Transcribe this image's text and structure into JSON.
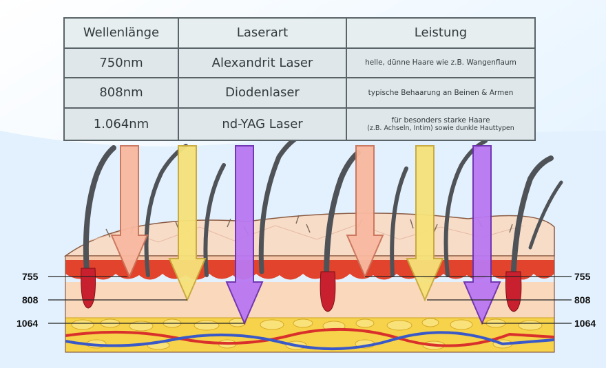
{
  "table": {
    "headers": [
      "Wellenlänge",
      "Laserart",
      "Leistung"
    ],
    "rows": [
      {
        "wavelength": "750nm",
        "type": "Alexandrit Laser",
        "power": "helle, dünne Haare wie z.B. Wangenflaum",
        "power_line2": ""
      },
      {
        "wavelength": "808nm",
        "type": "Diodenlaser",
        "power": "typische Behaarung an Beinen & Armen",
        "power_line2": ""
      },
      {
        "wavelength": "1.064nm",
        "type": "nd-YAG Laser",
        "power": "für besonders starke Haare",
        "power_line2": "(z.B. Achseln, Intim) sowie dunkle Hauttypen"
      }
    ]
  },
  "depth_labels": {
    "left": [
      "755",
      "808",
      "1064"
    ],
    "right": [
      "755",
      "808",
      "1064"
    ]
  },
  "colors": {
    "arrow_755": "#f9b9a0",
    "arrow_808": "#f6e27a",
    "arrow_1064": "#b978f2",
    "epidermis": "#f7d8c4",
    "red_layer": "#e2432c",
    "dermis": "#fbd6b8",
    "fat": "#f6d34a",
    "hair": "#4f5357",
    "bulb": "#c8202e"
  }
}
